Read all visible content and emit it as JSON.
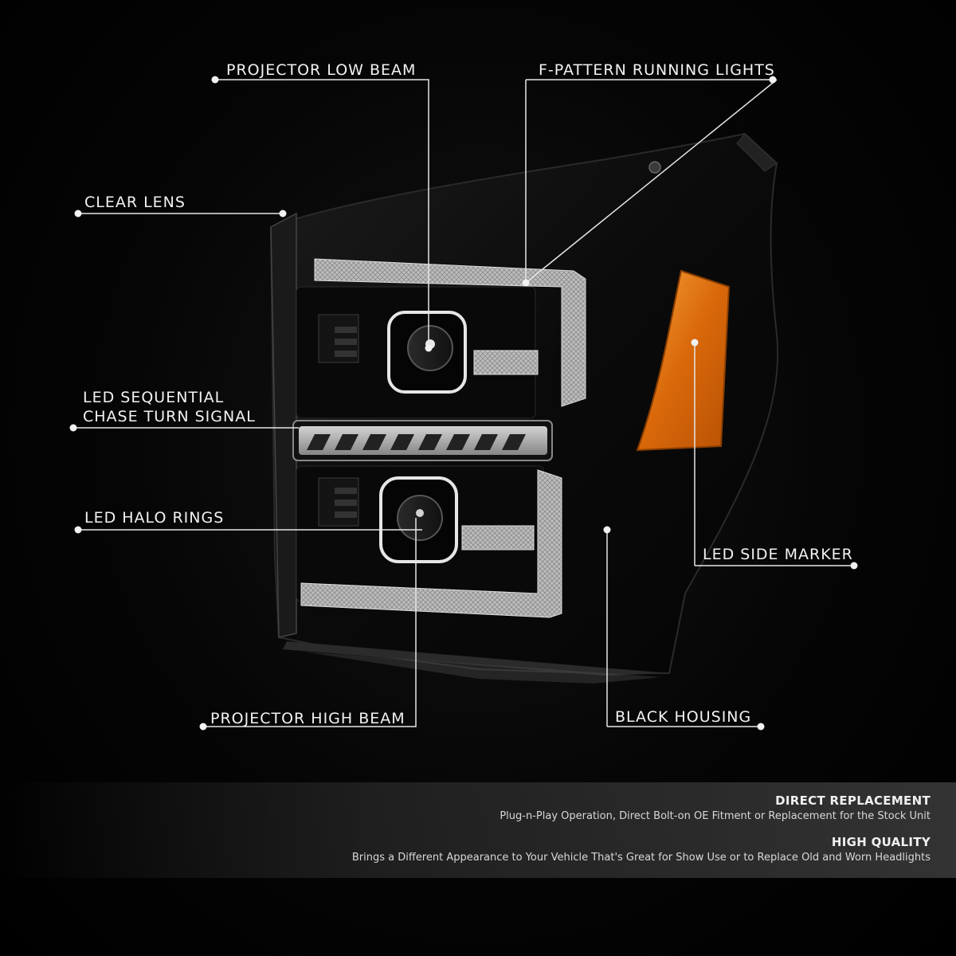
{
  "callouts": {
    "projector_low_beam": "PROJECTOR LOW BEAM",
    "f_pattern_running_lights": "F-PATTERN RUNNING LIGHTS",
    "clear_lens": "CLEAR LENS",
    "led_sequential_turn_signal": "LED SEQUENTIAL\nCHASE TURN SIGNAL",
    "led_halo_rings": "LED HALO RINGS",
    "led_side_marker": "LED SIDE MARKER",
    "projector_high_beam": "PROJECTOR HIGH BEAM",
    "black_housing": "BLACK HOUSING"
  },
  "features": [
    {
      "heading": "DIRECT REPLACEMENT",
      "description": "Plug-n-Play Operation, Direct Bolt-on OE Fitment or Replacement for the Stock Unit"
    },
    {
      "heading": "HIGH QUALITY",
      "description": "Brings a Different Appearance to Your Vehicle That's Great for Show Use or to Replace Old and Worn Headlights"
    }
  ],
  "colors": {
    "background": "#000000",
    "housing": "#0b0b0b",
    "chrome": "#cfcfcf",
    "amber": "#e07a10",
    "text": "#f2f2f2"
  }
}
